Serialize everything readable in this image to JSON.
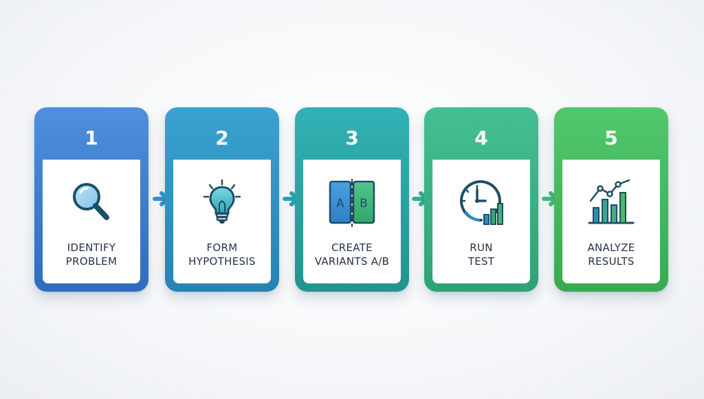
{
  "steps": [
    {
      "number": "1",
      "line1": "IDENTIFY",
      "line2": "PROBLEM",
      "icon": "magnifier-icon",
      "color": "#3f82d4",
      "color_dark": "#2f6cc0"
    },
    {
      "number": "2",
      "line1": "FORM",
      "line2": "HYPOTHESIS",
      "icon": "lightbulb-icon",
      "color": "#3096c6",
      "color_dark": "#2683b3"
    },
    {
      "number": "3",
      "line1": "CREATE",
      "line2": "VARIANTS A/B",
      "icon": "ab-split-icon",
      "color": "#2ba6ab",
      "color_dark": "#23948f"
    },
    {
      "number": "4",
      "line1": "RUN",
      "line2": "TEST",
      "icon": "clock-bars-icon",
      "color": "#3cb488",
      "color_dark": "#2fa274"
    },
    {
      "number": "5",
      "line1": "ANALYZE",
      "line2": "RESULTS",
      "icon": "chart-icon",
      "color": "#44be62",
      "color_dark": "#36ab50"
    }
  ],
  "icon_text": {
    "ab_left": "A",
    "ab_right": "B"
  },
  "colors": {
    "arrow_1": "#3a8fd0",
    "arrow_2": "#2ea3bd",
    "arrow_3": "#35b098",
    "arrow_4": "#42bb78",
    "icon_stroke": "#1e4d66"
  }
}
